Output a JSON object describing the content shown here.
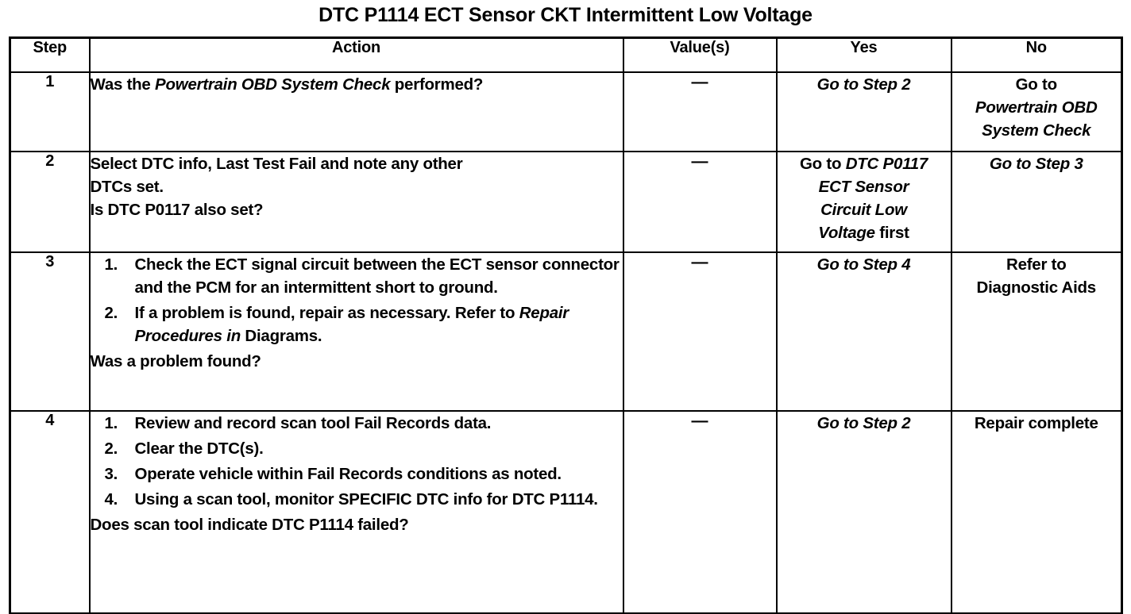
{
  "document": {
    "title": "DTC P1114 ECT Sensor CKT Intermittent Low Voltage"
  },
  "table": {
    "headers": {
      "step": "Step",
      "action": "Action",
      "value": "Value(s)",
      "yes": "Yes",
      "no": "No"
    },
    "rows": [
      {
        "step": "1",
        "action": {
          "lead_text": "Was the ",
          "lead_italic": "Powertrain OBD System Check",
          "lead_tail": " performed?"
        },
        "value": "—",
        "yes": {
          "line1": "Go to Step 2"
        },
        "no": {
          "line1": "Go to",
          "line2": "Powertrain OBD",
          "line3": "System Check"
        }
      },
      {
        "step": "2",
        "action": {
          "line1": "Select DTC info, Last Test Fail and note any other",
          "line2": "DTCs set.",
          "question": "Is DTC P0117 also set?"
        },
        "value": "—",
        "yes": {
          "prefix": "Go to ",
          "line1": "DTC P0117",
          "line2": "ECT Sensor",
          "line3": "Circuit Low",
          "line4": "Voltage",
          "suffix": " first"
        },
        "no": {
          "line1": "Go to Step 3"
        }
      },
      {
        "step": "3",
        "action": {
          "items": [
            {
              "num": "1.",
              "text": "Check the ECT signal circuit between the ECT sensor connector and the PCM for an intermittent short to ground."
            },
            {
              "num": "2.",
              "pre": "If a problem is found, repair as necessary. Refer to ",
              "italic": "Repair Procedures in",
              "post": " Diagrams."
            }
          ],
          "question": "Was a problem found?"
        },
        "value": "—",
        "yes": {
          "line1": "Go to Step 4"
        },
        "no": {
          "line1": "Refer to",
          "line2": "Diagnostic Aids"
        }
      },
      {
        "step": "4",
        "action": {
          "items": [
            {
              "num": "1.",
              "text": "Review and record scan tool Fail Records data."
            },
            {
              "num": "2.",
              "text": "Clear the DTC(s)."
            },
            {
              "num": "3.",
              "text": "Operate vehicle within Fail Records conditions as noted."
            },
            {
              "num": "4.",
              "text": "Using a scan tool, monitor SPECIFIC DTC info for DTC P1114."
            }
          ],
          "question": "Does scan tool indicate DTC P1114 failed?"
        },
        "value": "—",
        "yes": {
          "line1": "Go to Step 2"
        },
        "no": {
          "line1": "Repair complete"
        }
      }
    ]
  },
  "colors": {
    "ink": "#000000",
    "paper": "#ffffff"
  }
}
